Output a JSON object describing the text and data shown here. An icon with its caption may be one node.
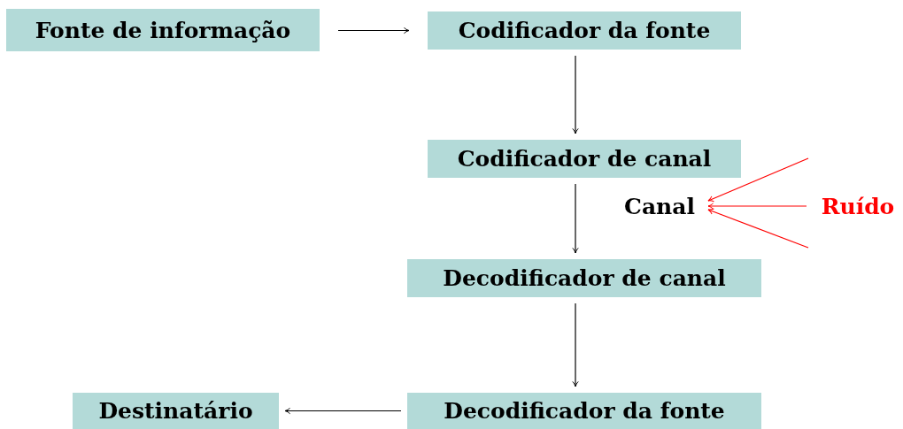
{
  "diagram": {
    "nodes": [
      {
        "text": [
          "Fonte de informação"
        ]
      },
      {
        "text": [
          "Codificador da fonte"
        ]
      },
      {
        "text": [
          "Codificador de canal"
        ]
      },
      {
        "text": [
          "Canal"
        ]
      },
      {
        "text": [
          "Ruído"
        ]
      },
      {
        "text": [
          "Decodificador de canal"
        ]
      },
      {
        "text": [
          "Destinatário"
        ]
      },
      {
        "text": [
          "Decodificador da fonte"
        ]
      }
    ],
    "edges": [
      {
        "from": 0,
        "to": 1,
        "arrow": "to"
      },
      {
        "from": 1,
        "to": 2,
        "arrow": "to"
      },
      {
        "from": 2,
        "to": 5,
        "arrow": "to"
      },
      {
        "from": 5,
        "to": 7,
        "arrow": "to"
      },
      {
        "from": 7,
        "to": 6,
        "arrow": "to"
      },
      {
        "from": null,
        "to": 3,
        "arrow": "to",
        "color": "#ff0000"
      },
      {
        "from": 4,
        "to": 3,
        "arrow": "to",
        "color": "#ff0000"
      },
      {
        "from": null,
        "to": 3,
        "arrow": "to",
        "color": "#ff0000"
      }
    ]
  }
}
